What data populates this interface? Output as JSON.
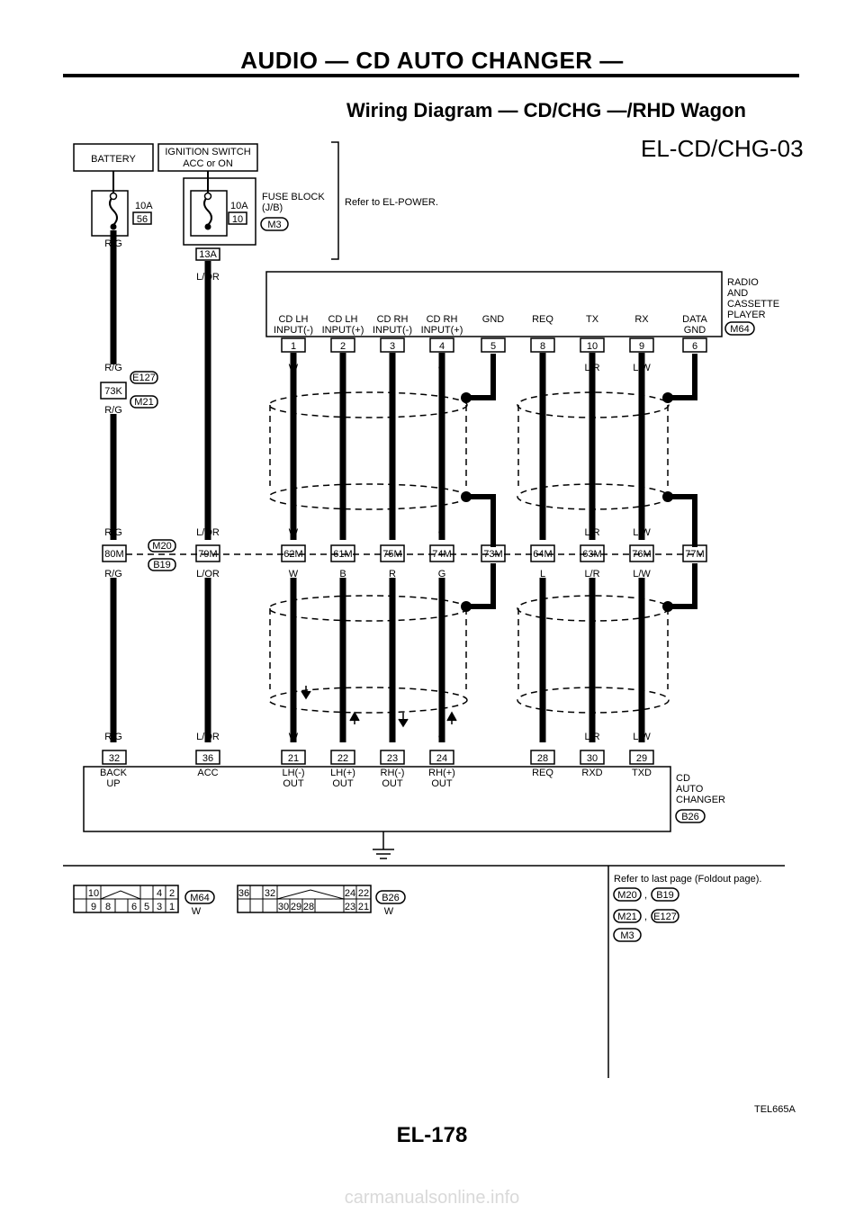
{
  "header": {
    "section_title": "AUDIO — CD AUTO CHANGER —",
    "diagram_title": "Wiring Diagram — CD/CHG —/RHD Wagon",
    "diagram_code": "EL-CD/CHG-03"
  },
  "power": {
    "battery": "BATTERY",
    "ignition_line1": "IGNITION SWITCH",
    "ignition_line2": "ACC or ON",
    "fuse1_amp": "10A",
    "fuse1_no": "56",
    "fuse2_amp": "10A",
    "fuse2_no": "10",
    "fuse_block_line1": "FUSE BLOCK",
    "fuse_block_line2": "(J/B)",
    "fuse_block_conn": "M3",
    "refer": "Refer to EL-POWER.",
    "fuse2_terminal": "13A",
    "wire_rg": "R/G",
    "wire_lor": "L/OR",
    "conn_73k": "73K",
    "conn_e127": "E127",
    "conn_m21": "M21",
    "conn_80m": "80M",
    "conn_79m": "79M",
    "conn_m20": "M20",
    "conn_b19": "B19"
  },
  "radio": {
    "name_lines": [
      "RADIO",
      "AND",
      "CASSETTE",
      "PLAYER"
    ],
    "connector": "M64",
    "terminals": [
      {
        "label1": "CD LH",
        "label2": "INPUT(-)",
        "pin": "1",
        "wire": "W",
        "joint": "62M",
        "bottom_pin": "21",
        "out1": "LH(-)",
        "out2": "OUT"
      },
      {
        "label1": "CD LH",
        "label2": "INPUT(+)",
        "pin": "2",
        "wire": "B",
        "joint": "61M",
        "bottom_pin": "22",
        "out1": "LH(+)",
        "out2": "OUT"
      },
      {
        "label1": "CD RH",
        "label2": "INPUT(-)",
        "pin": "3",
        "wire": "R",
        "joint": "75M",
        "bottom_pin": "23",
        "out1": "RH(-)",
        "out2": "OUT"
      },
      {
        "label1": "CD RH",
        "label2": "INPUT(+)",
        "pin": "4",
        "wire": "G",
        "joint": "74M",
        "bottom_pin": "24",
        "out1": "RH(+)",
        "out2": "OUT"
      },
      {
        "label1": "GND",
        "label2": "",
        "pin": "5",
        "wire": "",
        "joint": "73M",
        "bottom_pin": "",
        "out1": "",
        "out2": ""
      },
      {
        "label1": "REQ",
        "label2": "",
        "pin": "8",
        "wire": "L",
        "joint": "64M",
        "bottom_pin": "28",
        "out1": "REQ",
        "out2": ""
      },
      {
        "label1": "TX",
        "label2": "",
        "pin": "10",
        "wire": "L/R",
        "joint": "63M",
        "bottom_pin": "30",
        "out1": "RXD",
        "out2": ""
      },
      {
        "label1": "RX",
        "label2": "",
        "pin": "9",
        "wire": "L/W",
        "joint": "76M",
        "bottom_pin": "29",
        "out1": "TXD",
        "out2": ""
      },
      {
        "label1": "DATA",
        "label2": "GND",
        "pin": "6",
        "wire": "",
        "joint": "77M",
        "bottom_pin": "",
        "out1": "",
        "out2": ""
      }
    ]
  },
  "changer": {
    "name_lines": [
      "CD",
      "AUTO",
      "CHANGER"
    ],
    "connector": "B26",
    "backup_pin": "32",
    "backup_label1": "BACK",
    "backup_label2": "UP",
    "acc_pin": "36",
    "acc_label": "ACC"
  },
  "connector_views": {
    "m64_top": [
      "10",
      "4",
      "2"
    ],
    "m64_bottom": [
      "9",
      "8",
      "6",
      "5",
      "3",
      "1"
    ],
    "m64_id": "M64",
    "m64_color": "W",
    "b26_top": [
      "36",
      "32",
      "24",
      "22"
    ],
    "b26_bottom": [
      "30",
      "29",
      "28",
      "23",
      "21"
    ],
    "b26_id": "B26",
    "b26_color": "W"
  },
  "notes": {
    "refer_foldout": "Refer to last page (Foldout page).",
    "pair1_a": "M20",
    "pair1_b": "B19",
    "pair2_a": "M21",
    "pair2_b": "E127",
    "single": "M3",
    "comma": ","
  },
  "footer": {
    "figure_code": "TEL665A",
    "page_number": "EL-178",
    "watermark": "carmanualsonline.info"
  }
}
